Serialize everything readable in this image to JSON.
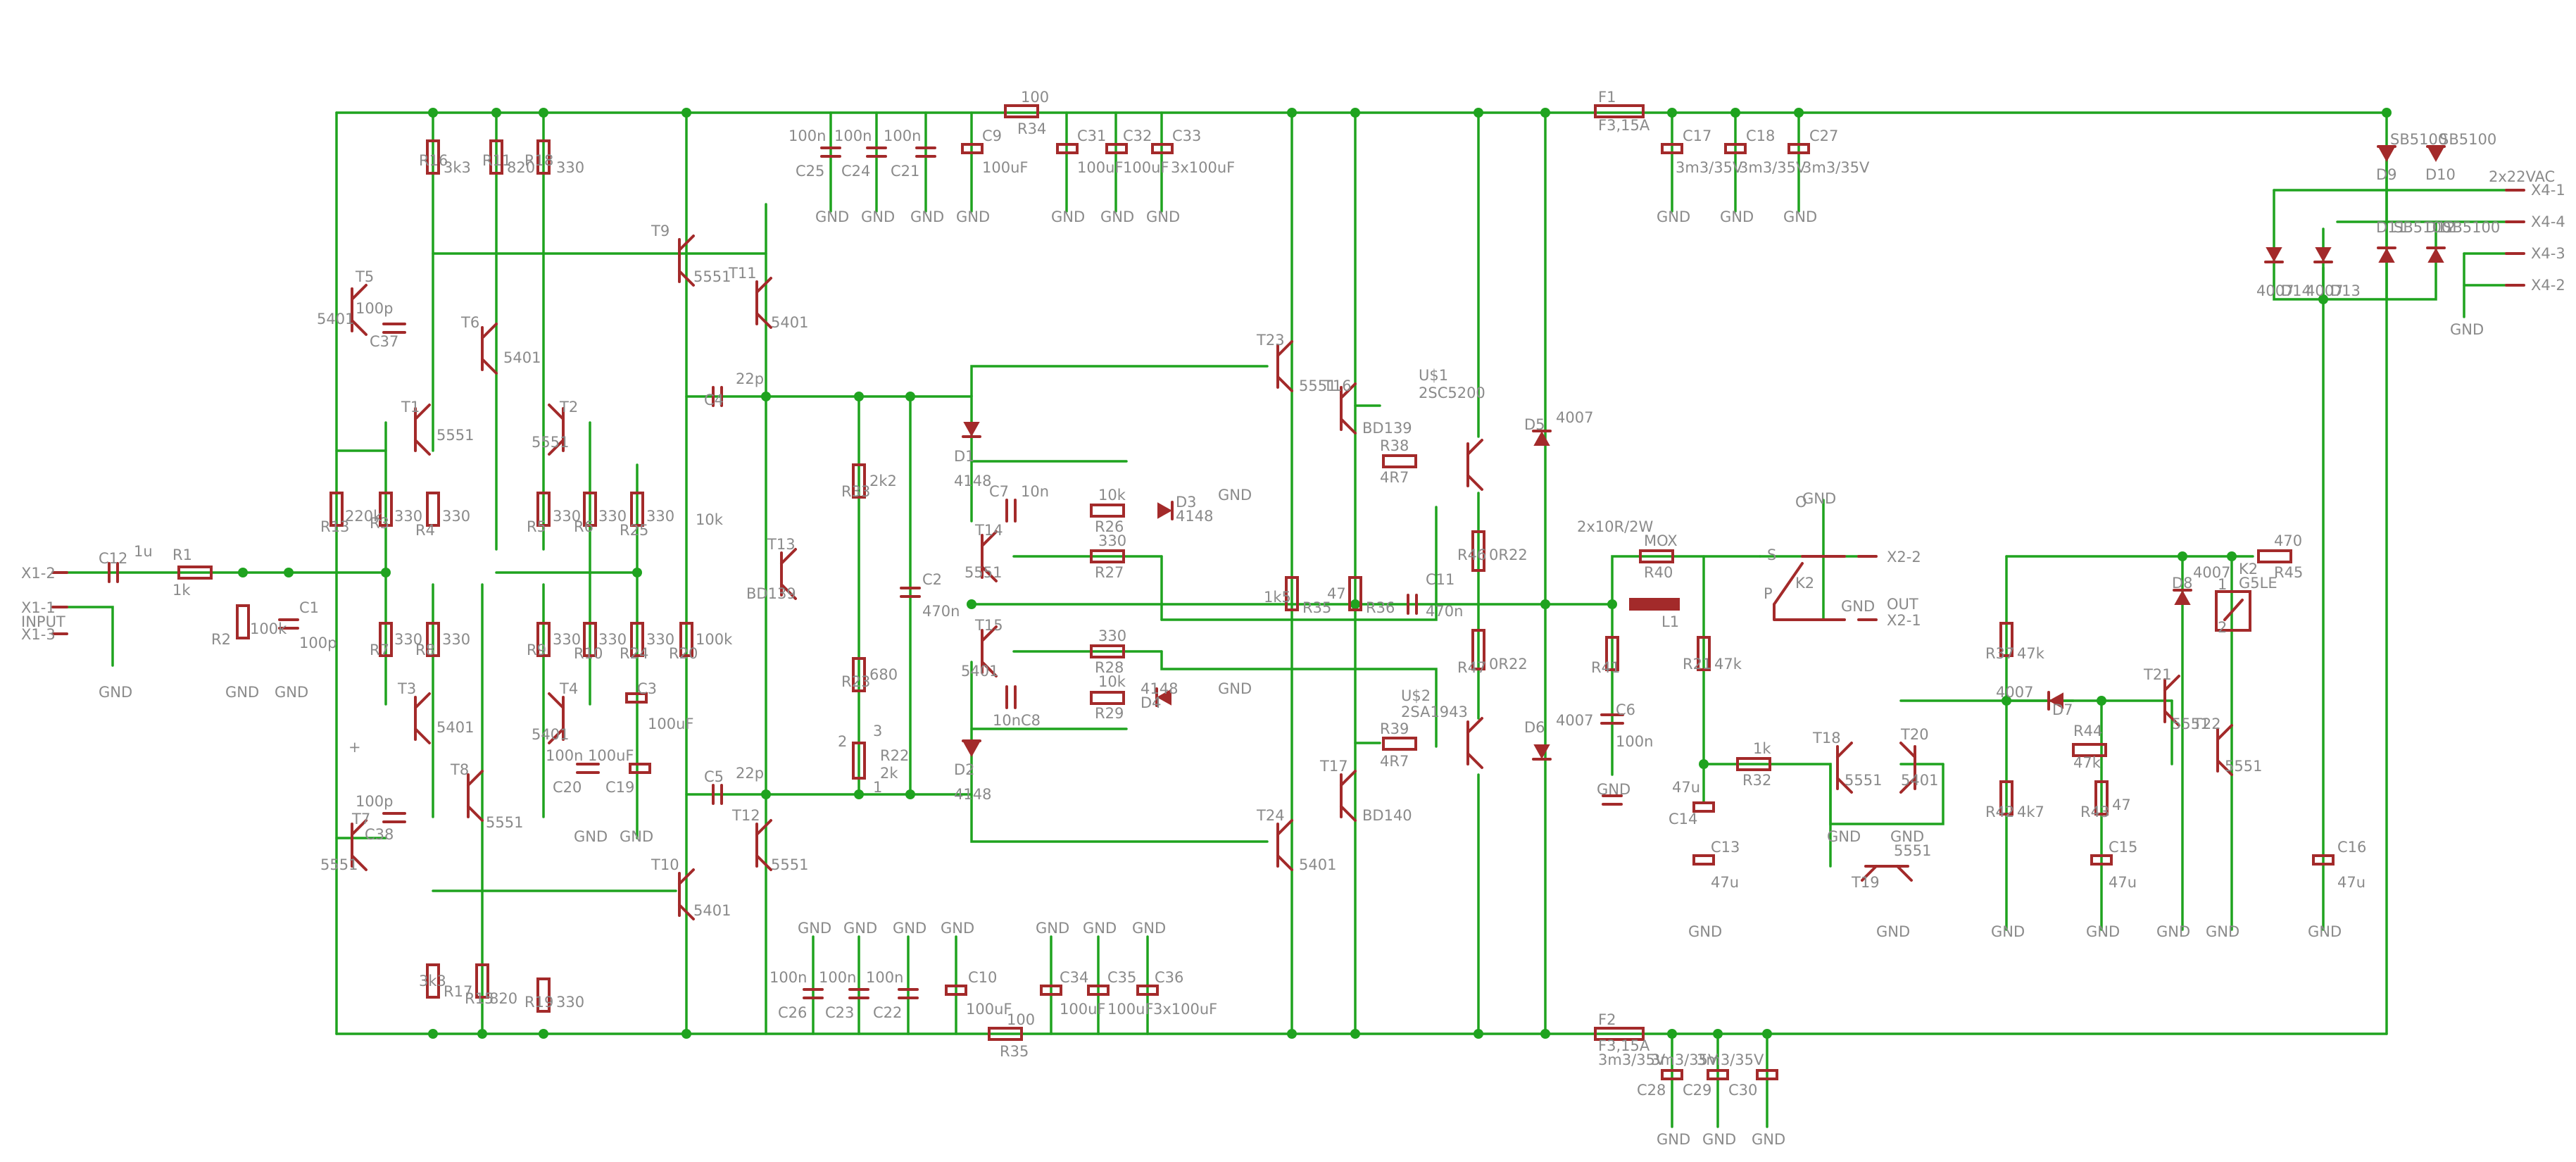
{
  "input_pins": {
    "x12": "X1-2",
    "x11": "X1-1",
    "x13": "X1-3",
    "input": "INPUT"
  },
  "output_pins": {
    "x22": "X2-2",
    "x21": "X2-1",
    "out": "OUT"
  },
  "mains_pins": {
    "x41": "X4-1",
    "x44": "X4-4",
    "x43": "X4-3",
    "x42": "X4-2",
    "ac": "2x22VAC"
  },
  "gnd": "GND",
  "parts": {
    "C12": "C12",
    "C12v": "1u",
    "R1": "R1",
    "R1v": "1k",
    "R2": "R2",
    "R2v": "100k",
    "C1": "C1",
    "C1v": "100p",
    "R13": "R13",
    "R13v": "220k",
    "R16": "R16",
    "R16v": "3k3",
    "R11": "R11",
    "R11v": "820",
    "R18": "R18",
    "R18v": "330",
    "R3": "R3",
    "R3v": "330",
    "R4": "R4",
    "R4v": "330",
    "R5": "R5",
    "R5v": "330",
    "R6": "R6",
    "R6v": "330",
    "R25": "R25",
    "R25v": "330",
    "R7": "R7",
    "R7v": "330",
    "R8": "R8",
    "R8v": "330",
    "R9": "R9",
    "R9v": "330",
    "R10": "R10",
    "R10v": "330",
    "R24": "R24",
    "R24v": "330",
    "R20": "R20",
    "R20v": "330",
    "R17": "R17",
    "R17v": "3k3",
    "R15": "R15",
    "R15v": "820",
    "R19": "R19",
    "R19v": "330",
    "R100k": "100k",
    "R10k": "10k",
    "T5": "T5",
    "T5v": "5401",
    "T6": "T6",
    "T6v": "5401",
    "T1": "T1",
    "T1v": "5551",
    "T2": "T2",
    "T2v": "5551",
    "T3": "T3",
    "T3v": "5401",
    "T4": "T4",
    "T4v": "5401",
    "T7": "T7",
    "T7v": "5551",
    "T8": "T8",
    "T8v": "5551",
    "T9": "T9",
    "T9v": "5551",
    "T11": "T11",
    "T11v": "5401",
    "T10": "T10",
    "T10v": "5401",
    "T12": "T12",
    "T12v": "5551",
    "T13": "T13",
    "T13v": "BD139",
    "C37": "C37",
    "C37v": "100p",
    "C38": "C38",
    "C38v": "100p",
    "C3": "C3",
    "C3v": "100uF",
    "C19": "C19",
    "C19v": "100uF",
    "C20": "C20",
    "C20v": "100n",
    "C4": "C4",
    "C4v": "22p",
    "C5": "C5",
    "C5v": "22p",
    "R33": "R33",
    "R33v": "2k2",
    "R23": "R23",
    "R23v": "680",
    "R22": "R22",
    "R22v": "2k",
    "C2": "C2",
    "C2v": "470n",
    "C25": "C25",
    "C24": "C24",
    "C21": "C21",
    "C100n": "100n",
    "C9": "C9",
    "C9v": "100uF",
    "R34": "R34",
    "R34v": "100",
    "C31": "C31",
    "C32": "C32",
    "C33": "C33",
    "C100uF": "100uF",
    "C3x": "3x100uF",
    "C26": "C26",
    "C23": "C23",
    "C22": "C22",
    "C10": "C10",
    "C10v": "100uF",
    "R35": "R35",
    "R35v": "100",
    "C34": "C34",
    "C35": "C35",
    "C36": "C36",
    "D1": "D1",
    "D1v": "4148",
    "D2": "D2",
    "D2v": "4148",
    "D3": "D3",
    "D3v": "4148",
    "D4": "D4",
    "D4v": "4148",
    "C7": "C7",
    "C7v": "10n",
    "C8": "C8",
    "C8v": "10n",
    "R26": "R26",
    "R26v": "10k",
    "R27": "R27",
    "R27v": "330",
    "R28": "R28",
    "R28v": "330",
    "R29": "R29",
    "R29v": "10k",
    "T14": "T14",
    "T14v": "5551",
    "T15": "T15",
    "T15v": "5401",
    "T23": "T23",
    "T23v": "5551",
    "T24": "T24",
    "T24v": "5401",
    "T16": "T16",
    "T16v": "BD139",
    "T17": "T17",
    "T17v": "BD140",
    "R38": "R38",
    "R38v": "4R7",
    "R39": "R39",
    "R39v": "4R7",
    "U1": "U$1",
    "U1v": "2SC5200",
    "U2": "U$2",
    "U2v": "2SA1943",
    "R35b": "R35",
    "R36": "R36",
    "R36v": "47",
    "C11": "C11",
    "C11v": "470n",
    "R46": "R46",
    "R46v": "0R22",
    "R47": "R47",
    "R47v": "0R22",
    "D5": "D5",
    "D5v": "4007",
    "D6": "D6",
    "D6v": "4007",
    "R1k5": "1k5",
    "F1": "F1",
    "F1v": "F3,15A",
    "F2": "F2",
    "F2v": "F3,15A",
    "C17": "C17",
    "C18": "C18",
    "C27": "C27",
    "C3m3": "3m3/35V",
    "C28": "C28",
    "C29": "C29",
    "C30": "C30",
    "R40": "R40",
    "R40v": "MOX",
    "R40n": "2x10R/2W",
    "L1": "L1",
    "R41": "R41",
    "C6": "C6",
    "C6v": "100n",
    "R21": "R21",
    "R21v": "47k",
    "R32": "R32",
    "R32v": "1k",
    "C14": "C14",
    "C14v": "47u",
    "C13": "C13",
    "C13v": "47u",
    "T18": "T18",
    "T18v": "5551",
    "T20": "T20",
    "T20v": "5401",
    "T19": "T19",
    "T19v": "5551",
    "K2": "K2",
    "K2v": "G5LE",
    "R37": "R37",
    "R37v": "47k",
    "R42": "R42",
    "R42v": "4k7",
    "R43": "R43",
    "R43v": "47",
    "R44": "R44",
    "R44v": "47k",
    "D7": "D7",
    "D7v": "4007",
    "D8": "D8",
    "D8v": "4007",
    "C15": "C15",
    "C15v": "47u",
    "C16": "C16",
    "C16v": "47u",
    "T21": "T21",
    "T21v": "5551",
    "T22": "T22",
    "T22v": "5551",
    "R45": "R45",
    "R45v": "470",
    "D9": "D9",
    "D10": "D10",
    "D11": "D11",
    "D12": "D12",
    "SB": "SB5100",
    "D14": "D14",
    "D13": "D13",
    "D4007": "4007",
    "pin1": "1",
    "pin2": "2",
    "pin3": "3",
    "plus": "+"
  }
}
